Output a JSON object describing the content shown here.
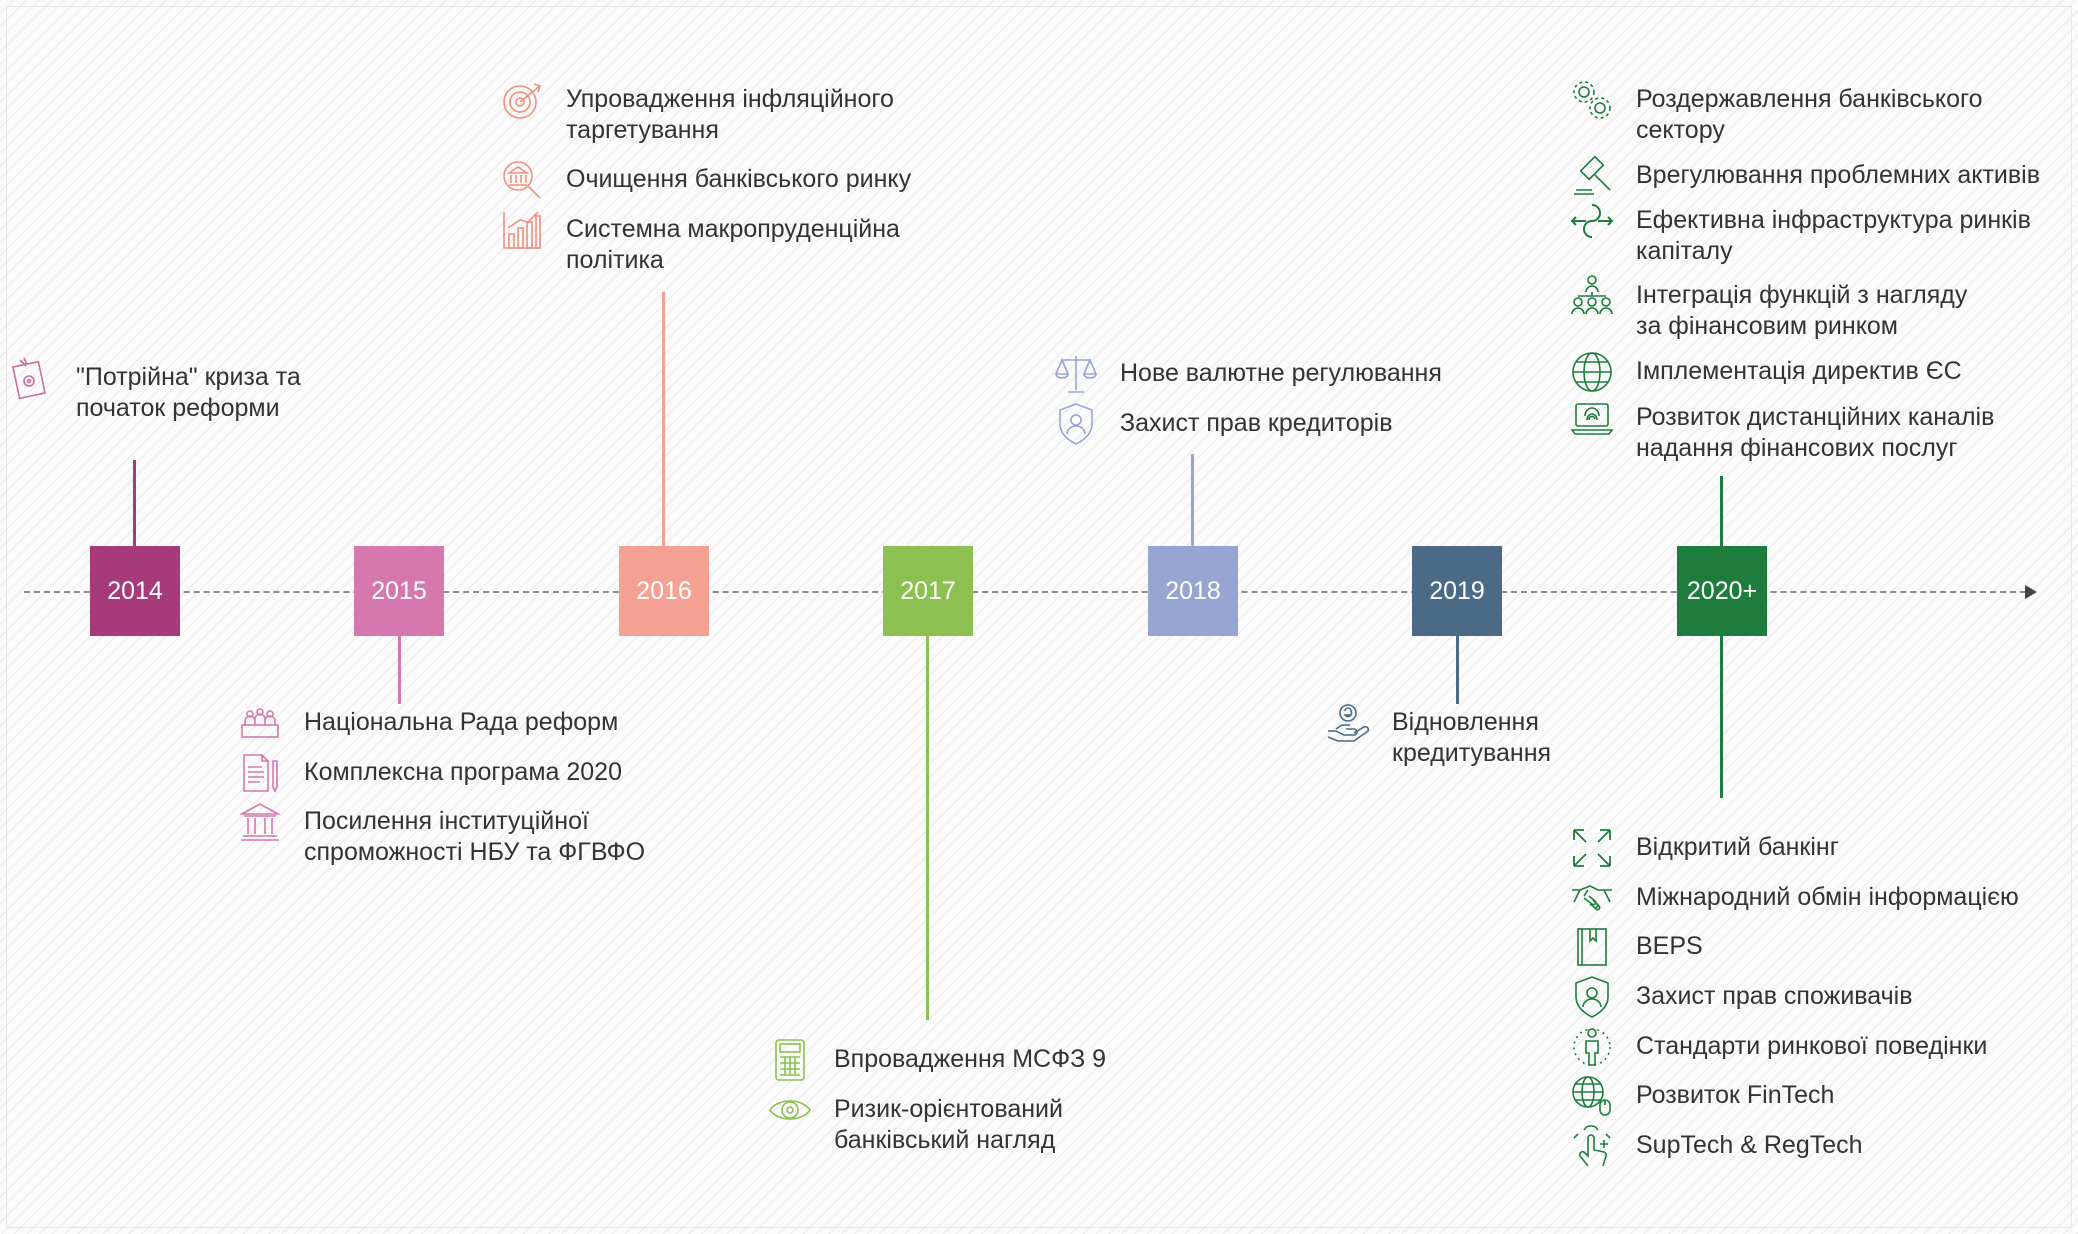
{
  "timeline": {
    "years": [
      {
        "label": "2014",
        "color": "#a63a7a"
      },
      {
        "label": "2015",
        "color": "#d678ae"
      },
      {
        "label": "2016",
        "color": "#f4a193"
      },
      {
        "label": "2017",
        "color": "#8cc152"
      },
      {
        "label": "2018",
        "color": "#96a5d2"
      },
      {
        "label": "2019",
        "color": "#4a6a86"
      },
      {
        "label": "2020+",
        "color": "#1e7d3c"
      }
    ],
    "y2014": {
      "items": [
        {
          "icon": "crisis-document-icon",
          "text": "\"Потрійна\" криза та\nпочаток реформи"
        }
      ]
    },
    "y2015": {
      "items": [
        {
          "icon": "council-icon",
          "text": "Національна Рада реформ"
        },
        {
          "icon": "program-document-icon",
          "text": "Комплексна програма 2020"
        },
        {
          "icon": "institution-building-icon",
          "text": "Посилення інституційної\nспроможності НБУ та ФГВФО"
        }
      ]
    },
    "y2016": {
      "items": [
        {
          "icon": "target-icon",
          "text": "Упровадження інфляційного\nтаргетування"
        },
        {
          "icon": "bank-search-icon",
          "text": "Очищення банківського ринку"
        },
        {
          "icon": "bar-chart-icon",
          "text": "Системна макропруденційна\nполітика"
        }
      ]
    },
    "y2017": {
      "items": [
        {
          "icon": "calculator-icon",
          "text": "Впровадження МСФЗ 9"
        },
        {
          "icon": "eye-icon",
          "text": "Ризик-орієнтований\nбанківський нагляд"
        }
      ]
    },
    "y2018": {
      "items": [
        {
          "icon": "scales-icon",
          "text": "Нове валютне регулювання"
        },
        {
          "icon": "shield-person-icon",
          "text": "Захист прав кредиторів"
        }
      ]
    },
    "y2019": {
      "items": [
        {
          "icon": "hand-coin-icon",
          "text": "Відновлення\nкредитування"
        }
      ]
    },
    "y2020_top": {
      "items": [
        {
          "icon": "gears-icon",
          "text": "Роздержавлення банківського\nсектору"
        },
        {
          "icon": "gavel-icon",
          "text": "Врегулювання проблемних активів"
        },
        {
          "icon": "arrows-exchange-icon",
          "text": "Ефективна інфраструктура ринків\nкапіталу"
        },
        {
          "icon": "people-network-icon",
          "text": "Інтеграція функцій з нагляду\nза фінансовим ринком"
        },
        {
          "icon": "globe-icon",
          "text": "Імплементація директив ЄС"
        },
        {
          "icon": "laptop-fingerprint-icon",
          "text": "Розвиток дистанційних каналів\nнадання фінансових послуг"
        }
      ]
    },
    "y2020_bottom": {
      "items": [
        {
          "icon": "expand-arrows-icon",
          "text": "Відкритий банкінг"
        },
        {
          "icon": "handshake-icon",
          "text": "Міжнародний обмін інформацією"
        },
        {
          "icon": "book-icon",
          "text": "BEPS"
        },
        {
          "icon": "shield-person-icon",
          "text": "Захист прав споживачів"
        },
        {
          "icon": "person-standards-icon",
          "text": "Стандарти ринкової поведінки"
        },
        {
          "icon": "globe-mouse-icon",
          "text": "Розвиток FinTech"
        },
        {
          "icon": "touch-gesture-icon",
          "text": "SupTech & RegTech"
        }
      ]
    }
  }
}
